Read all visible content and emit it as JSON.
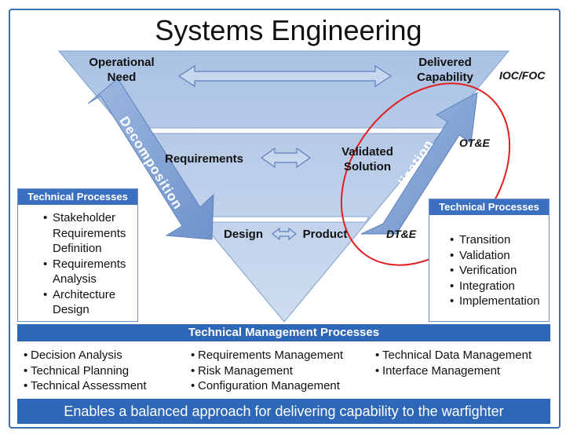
{
  "title": "Systems Engineering",
  "triangle": {
    "operational_need": "Operational\nNeed",
    "delivered_capability": "Delivered\nCapability",
    "requirements": "Requirements",
    "validated_solution": "Validated\nSolution",
    "design": "Design",
    "product": "Product",
    "decomposition": "Decomposition",
    "realization": "Realization"
  },
  "milestones": {
    "ioc_foc": "IOC/FOC",
    "ot_e": "OT&E",
    "dt_e": "DT&E"
  },
  "left_panel": {
    "heading": "Technical Processes",
    "items": [
      "Stakeholder Requirements Definition",
      "Requirements Analysis",
      "Architecture Design"
    ]
  },
  "right_panel": {
    "heading": "Technical Processes",
    "items": [
      "Transition",
      "Validation",
      "Verification",
      "Integration",
      "Implementation"
    ]
  },
  "management": {
    "heading": "Technical Management Processes",
    "col1": [
      "Decision Analysis",
      "Technical Planning",
      "Technical Assessment"
    ],
    "col2": [
      "Requirements Management",
      "Risk Management",
      "Configuration Management"
    ],
    "col3": [
      "Technical Data Management",
      "Interface Management"
    ]
  },
  "footer": "Enables a balanced approach for delivering capability to the warfighter",
  "colors": {
    "triangle_fill": "#b9cde8",
    "band_fill": "#2f67b8",
    "arrow_fill": "#86a8d8",
    "highlight_ring": "#e02020"
  }
}
